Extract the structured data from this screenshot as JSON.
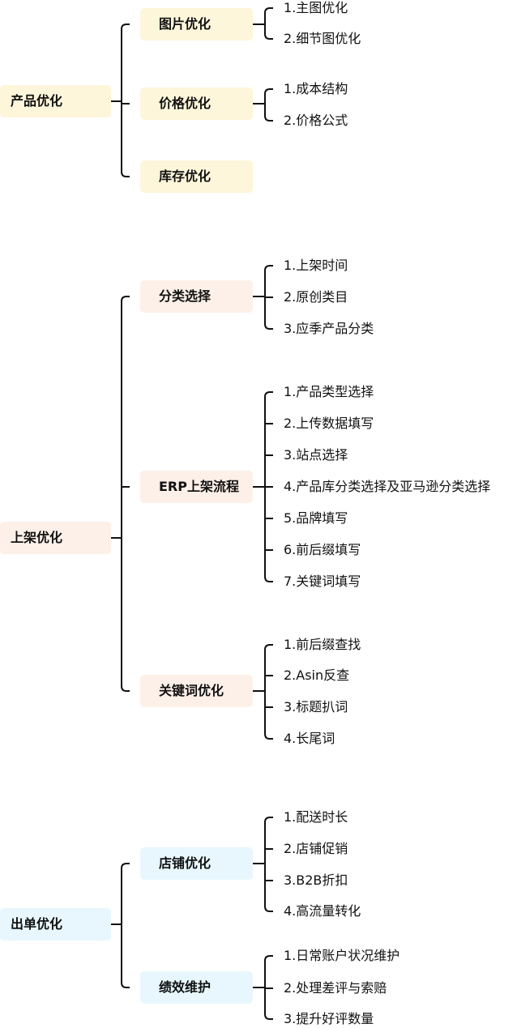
{
  "colors": {
    "yellow": "#fef6da",
    "pink": "#fdf0e8",
    "blue": "#e7f7fd",
    "line": "#111111"
  },
  "branches": [
    {
      "label": "产品优化",
      "color": "yellow",
      "children": [
        {
          "label": "图片优化",
          "items": [
            "1.主图优化",
            "2.细节图优化"
          ]
        },
        {
          "label": "价格优化",
          "items": [
            "1.成本结构",
            "2.价格公式"
          ]
        },
        {
          "label": "库存优化",
          "items": []
        }
      ]
    },
    {
      "label": "上架优化",
      "color": "pink",
      "children": [
        {
          "label": "分类选择",
          "items": [
            "1.上架时间",
            "2.原创类目",
            "3.应季产品分类"
          ]
        },
        {
          "label": "ERP上架流程",
          "items": [
            "1.产品类型选择",
            "2.上传数据填写",
            "3.站点选择",
            "4.产品库分类选择及亚马逊分类选择",
            "5.品牌填写",
            "6.前后缀填写",
            "7.关键词填写"
          ]
        },
        {
          "label": "关键词优化",
          "items": [
            "1.前后缀查找",
            "2.Asin反查",
            "3.标题扒词",
            "4.长尾词"
          ]
        }
      ]
    },
    {
      "label": "出单优化",
      "color": "blue",
      "children": [
        {
          "label": "店铺优化",
          "items": [
            "1.配送时长",
            "2.店铺促销",
            "3.B2B折扣",
            "4.高流量转化"
          ]
        },
        {
          "label": "绩效维护",
          "items": [
            "1.日常账户状况维护",
            "2.处理差评与索赔",
            "3.提升好评数量"
          ]
        }
      ]
    }
  ]
}
